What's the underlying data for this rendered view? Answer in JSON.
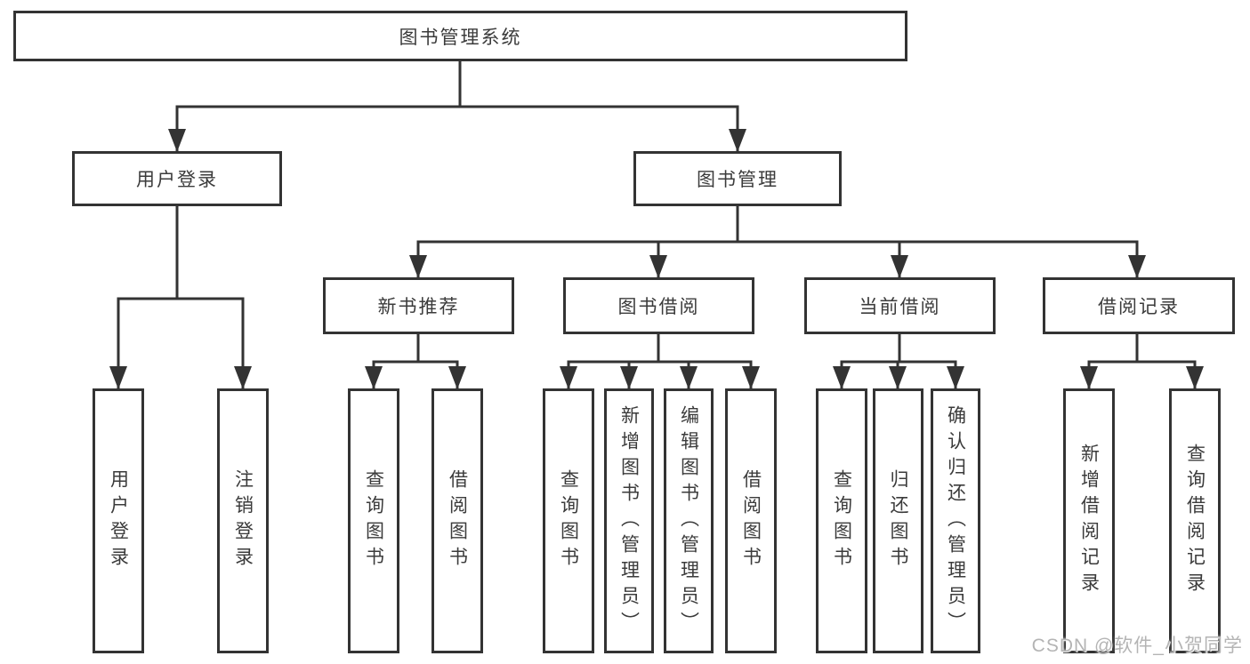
{
  "diagram": {
    "title": "图书管理系统",
    "branches": [
      {
        "label": "用户登录",
        "children": [
          "用户登录",
          "注销登录"
        ]
      },
      {
        "label": "图书管理",
        "groups": [
          {
            "label": "新书推荐",
            "children": [
              "查询图书",
              "借阅图书"
            ]
          },
          {
            "label": "图书借阅",
            "children": [
              "查询图书",
              "新增图书（管理员）",
              "编辑图书（管理员）",
              "借阅图书"
            ]
          },
          {
            "label": "当前借阅",
            "children": [
              "查询图书",
              "归还图书",
              "确认归还（管理员）"
            ]
          },
          {
            "label": "借阅记录",
            "children": [
              "新增借阅记录",
              "查询借阅记录"
            ]
          }
        ]
      }
    ]
  },
  "watermark": "CSDN @软件_小贺同学",
  "colors": {
    "line": "#333333",
    "text": "#3b3b3b",
    "watermark": "#b4b4b4",
    "background": "#ffffff"
  }
}
